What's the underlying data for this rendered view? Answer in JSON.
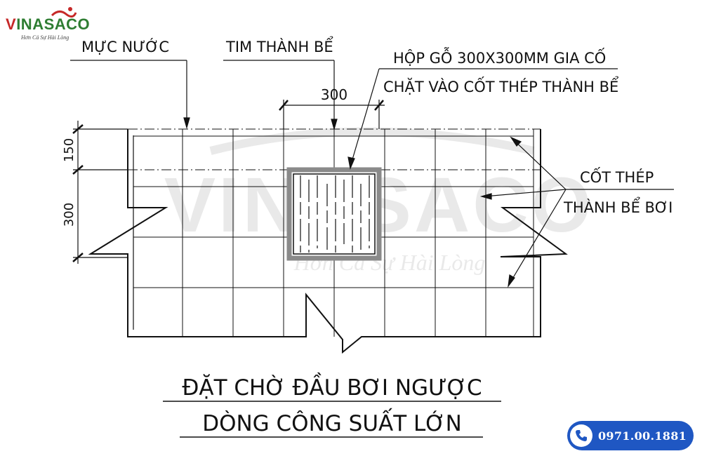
{
  "logo": {
    "brand": "VINASACO",
    "brand_rest": "INASACO",
    "brand_first": "V",
    "tagline": "Hơn Cả Sự Hài Lòng"
  },
  "watermark": {
    "brand": "VINASACO",
    "tagline": "Hơn Cả Sự Hài Lòng"
  },
  "labels": {
    "water_level": "MỰC NƯỚC",
    "wall_center": "TIM THÀNH BỂ",
    "wood_box_line1": "HỘP GỖ 300X300MM GIA CỐ",
    "wood_box_line2": "CHẶT VÀO CỐT THÉP THÀNH BỂ",
    "rebar_line1": "CỐT THÉP",
    "rebar_line2": "THÀNH BỂ BƠI"
  },
  "dimensions": {
    "top_width": "300",
    "left_upper": "150",
    "left_lower": "300"
  },
  "title": {
    "line1": "ĐẶT CHỜ ĐẦU BƠI NGƯỢC",
    "line2": "DÒNG CÔNG SUẤT LỚN"
  },
  "contact": {
    "phone": "0971.00.1881",
    "icon": "phone-icon"
  },
  "colors": {
    "brand_green": "#2e7d32",
    "brand_red": "#c62828",
    "badge_blue": "#1f57c3"
  }
}
